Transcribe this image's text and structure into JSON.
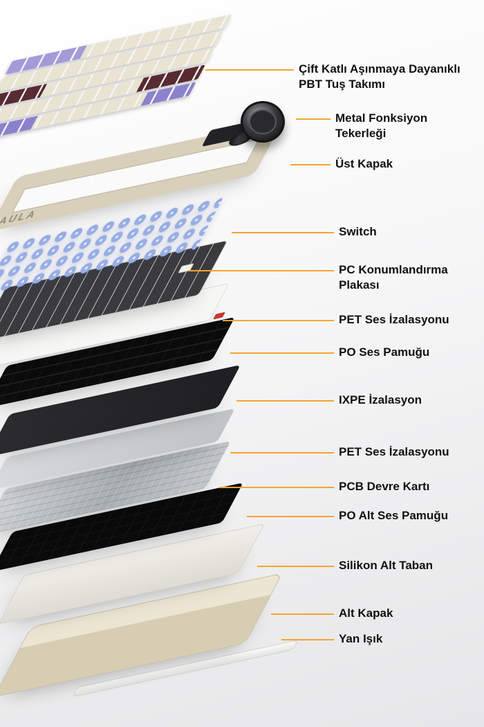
{
  "brand": {
    "logo": "AULA"
  },
  "colors": {
    "accent_line": "#F5A430",
    "label_text": "#111111",
    "keycap_purple": "#8B82CD",
    "keycap_cream": "#E9E3D2",
    "keycap_maroon": "#572B31",
    "switch_blue": "#A9BCE9",
    "case_cream": "#D8D0BA",
    "foam_black": "#1D1D1F",
    "pcb_silver": "#B5B9BD"
  },
  "labels": [
    {
      "id": "keycaps",
      "text": "Çift Katlı Aşınmaya Dayanıklı\nPBT Tuş Takımı"
    },
    {
      "id": "knob",
      "text": "Metal Fonksiyon\nTekerleği"
    },
    {
      "id": "top-case",
      "text": "Üst Kapak"
    },
    {
      "id": "switch",
      "text": "Switch"
    },
    {
      "id": "plate",
      "text": "PC Konumlandırma\nPlakası"
    },
    {
      "id": "pet-1",
      "text": "PET Ses İzalasyonu"
    },
    {
      "id": "po-foam",
      "text": "PO Ses Pamuğu"
    },
    {
      "id": "ixpe",
      "text": "IXPE İzalasyon"
    },
    {
      "id": "pet-2",
      "text": "PET Ses İzalasyonu"
    },
    {
      "id": "pcb",
      "text": "PCB Devre Kartı"
    },
    {
      "id": "po-bottom-foam",
      "text": "PO Alt Ses Pamuğu"
    },
    {
      "id": "silicone-base",
      "text": "Silikon Alt Taban"
    },
    {
      "id": "bottom-case",
      "text": "Alt Kapak"
    },
    {
      "id": "side-light",
      "text": "Yan Işık"
    }
  ]
}
